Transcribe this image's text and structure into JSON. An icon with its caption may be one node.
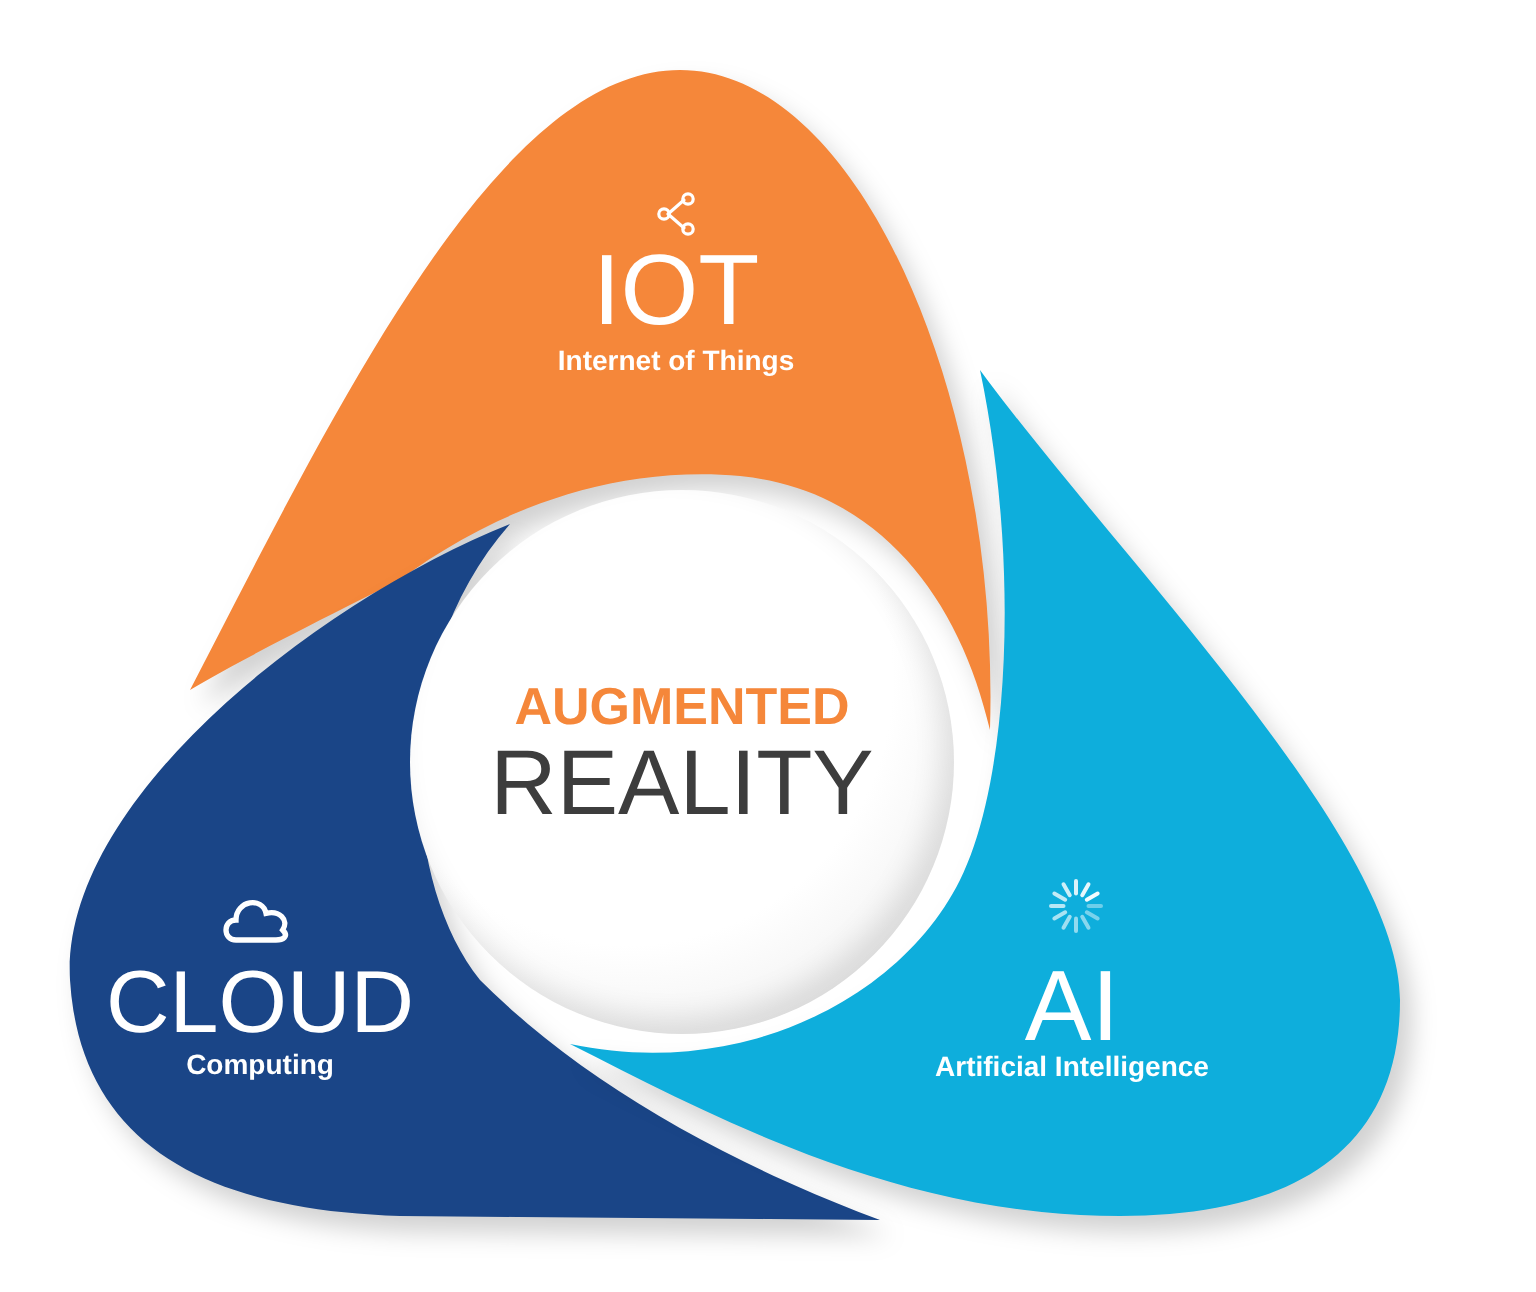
{
  "diagram": {
    "nodes": [
      {
        "text": [
          "IOT",
          "Internet of Things"
        ]
      },
      {
        "text": [
          "CLOUD",
          "Computing"
        ]
      },
      {
        "text": [
          "AI",
          "Artificial Intelligence"
        ]
      },
      {
        "text": [
          "AUGMENTED",
          "REALITY"
        ]
      }
    ],
    "edges": []
  }
}
